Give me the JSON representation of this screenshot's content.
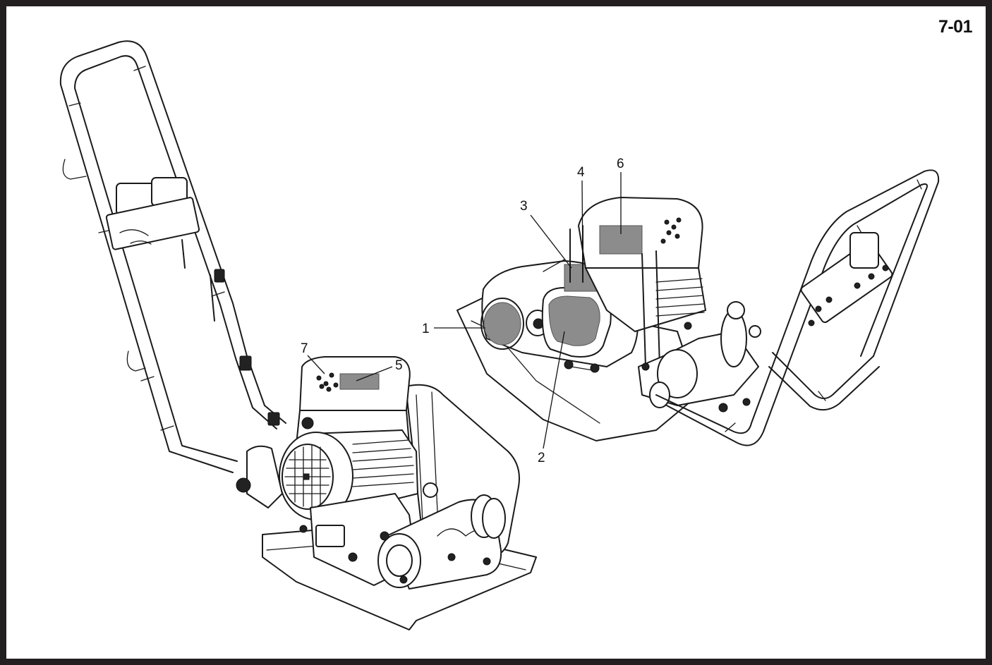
{
  "page_id": "7-01",
  "callouts": {
    "c1": "1",
    "c2": "2",
    "c3": "3",
    "c4": "4",
    "c5": "5",
    "c6": "6",
    "c7": "7"
  }
}
